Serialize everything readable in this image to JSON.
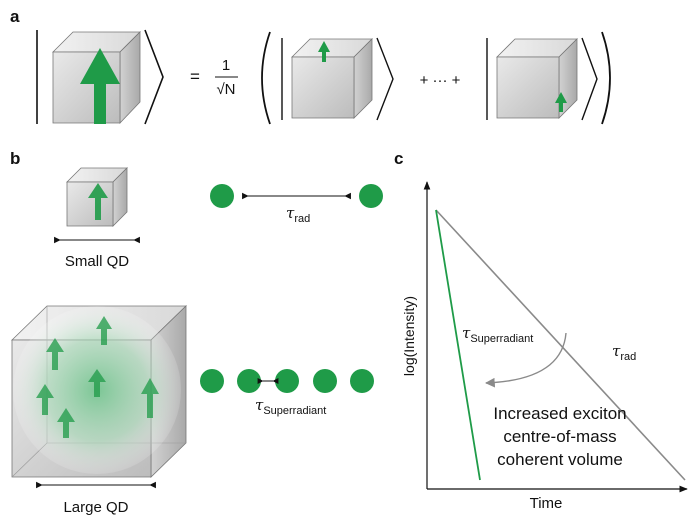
{
  "panels": {
    "a": {
      "label": "a"
    },
    "b": {
      "label": "b"
    },
    "c": {
      "label": "c"
    }
  },
  "panel_a": {
    "equals": "=",
    "numerator": "1",
    "denominator": "√N",
    "plus_dots": "+ ··· +"
  },
  "panel_b": {
    "small_label": "Small QD",
    "large_label": "Large QD",
    "tau_symbol": "τ",
    "rad_sub": "rad",
    "superradiant_sub": "Superradiant"
  },
  "panel_c": {
    "ylabel": "log(Intensity)",
    "xlabel": "Time",
    "tau_symbol": "τ",
    "superradiant_sub": "Superradiant",
    "rad_sub": "rad",
    "annotation_lines": [
      "Increased exciton",
      "centre-of-mass",
      "coherent volume"
    ]
  },
  "colors": {
    "accent_green": "#1f9b48",
    "radiative_gray": "#8a8a8a",
    "axis": "#111111"
  }
}
